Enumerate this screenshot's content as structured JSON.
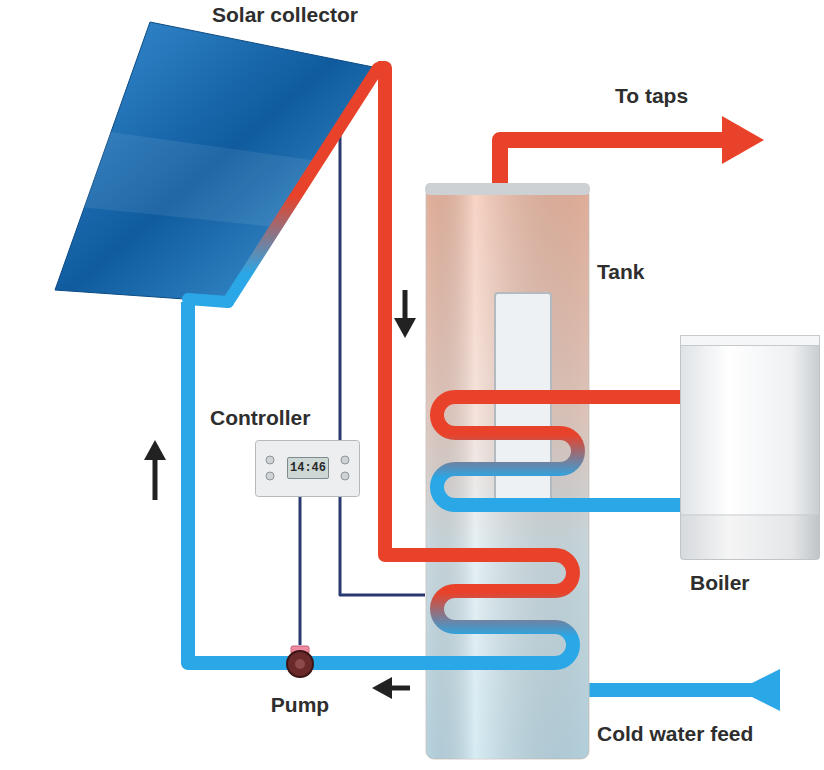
{
  "diagram": {
    "nodes": [
      {
        "text": [
          "Solar collector"
        ]
      },
      {
        "text": [
          "Tank"
        ]
      },
      {
        "text": [
          "Controller"
        ]
      },
      {
        "text": [
          "Boiler"
        ]
      },
      {
        "text": [
          "Pump"
        ]
      }
    ],
    "edges": [
      {
        "from": 0,
        "to": 1,
        "arrow": "none"
      },
      {
        "from": 1,
        "to": 4,
        "arrow": "none"
      },
      {
        "from": 4,
        "to": 0,
        "arrow": "none"
      },
      {
        "from": 3,
        "to": 1,
        "arrow": "none"
      },
      {
        "from": 1,
        "to": 3,
        "arrow": "none"
      },
      {
        "from": 2,
        "to": 0,
        "arrow": "none"
      },
      {
        "from": 2,
        "to": 1,
        "arrow": "none"
      },
      {
        "from": 2,
        "to": 4,
        "arrow": "none"
      }
    ],
    "labels": [
      "To taps",
      "14:46",
      "Cold water feed"
    ]
  }
}
